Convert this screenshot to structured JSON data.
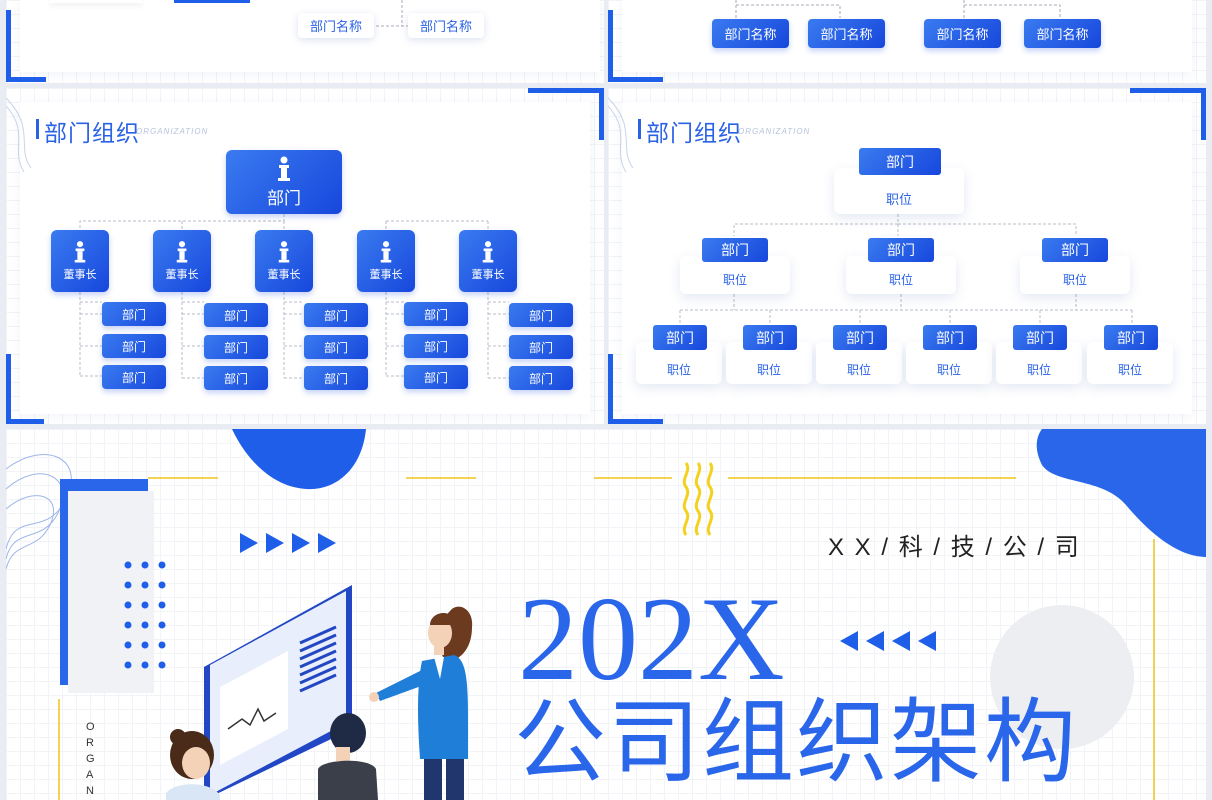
{
  "slide_top_left": {
    "nodes": [
      "部门名称",
      "部门名称"
    ]
  },
  "slide_top_right": {
    "nodes": [
      "部门名称",
      "部门名称",
      "部门名称",
      "部门名称"
    ]
  },
  "slide_org_icons": {
    "title": "部门组织",
    "subtitle": "ORGANIZATION",
    "root": "部门",
    "chairs": [
      "董事长",
      "董事长",
      "董事长",
      "董事长",
      "董事长"
    ],
    "dept": "部门"
  },
  "slide_org_positions": {
    "title": "部门组织",
    "subtitle": "ORGANIZATION",
    "head": "部门",
    "position": "职位"
  },
  "cover": {
    "company": "X X / 科 / 技 / 公 / 司",
    "year": "202X",
    "title": "公司组织架构",
    "vertical": "ORGAN"
  },
  "colors": {
    "primary": "#1f5ee8",
    "accent": "#f0c419",
    "light": "#3a7bf0"
  }
}
